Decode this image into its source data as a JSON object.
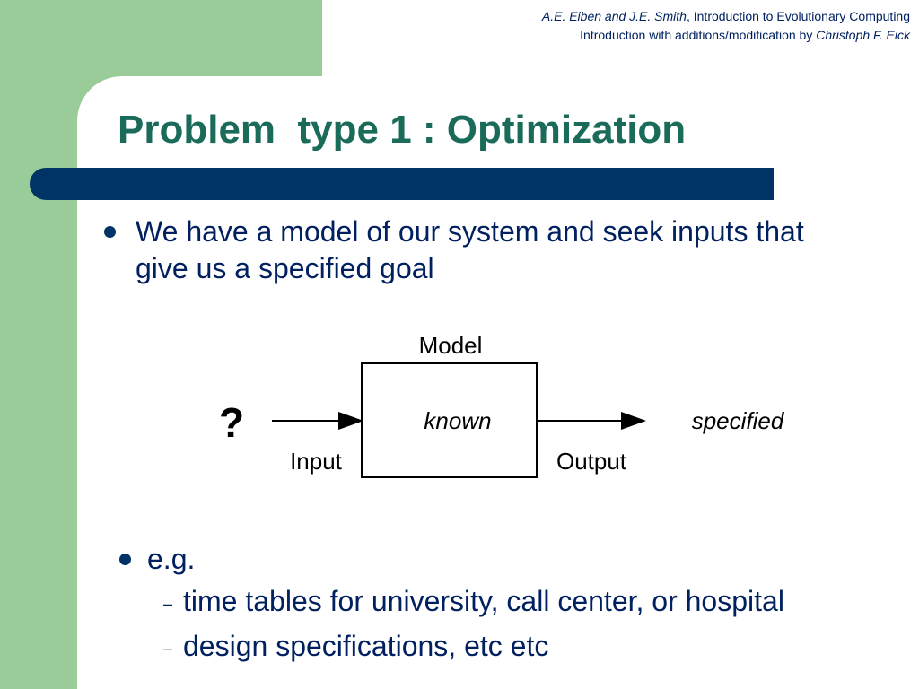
{
  "credit": {
    "line1_authors": "A.E. Eiben and J.E. Smith",
    "line1_rest": ", Introduction to Evolutionary Computing",
    "line2_prefix": "Introduction with additions/modification by ",
    "line2_author": "Christoph F. Eick"
  },
  "title": "Problem  type 1 : Optimization",
  "bullet1": {
    "line1": "We have a model of our system and seek inputs that",
    "line2": "give us a specified goal"
  },
  "diagram": {
    "model_label": "Model",
    "box_text": "known",
    "question": "?",
    "input_label": "Input",
    "output_label": "Output",
    "result": "specified"
  },
  "bullet2": {
    "text": "e.g.",
    "subitems": [
      "time tables for university, call center, or hospital",
      "design specifications, etc etc"
    ]
  },
  "colors": {
    "green": "#99cc99",
    "navy": "#003366",
    "title": "#1a6b5a"
  }
}
